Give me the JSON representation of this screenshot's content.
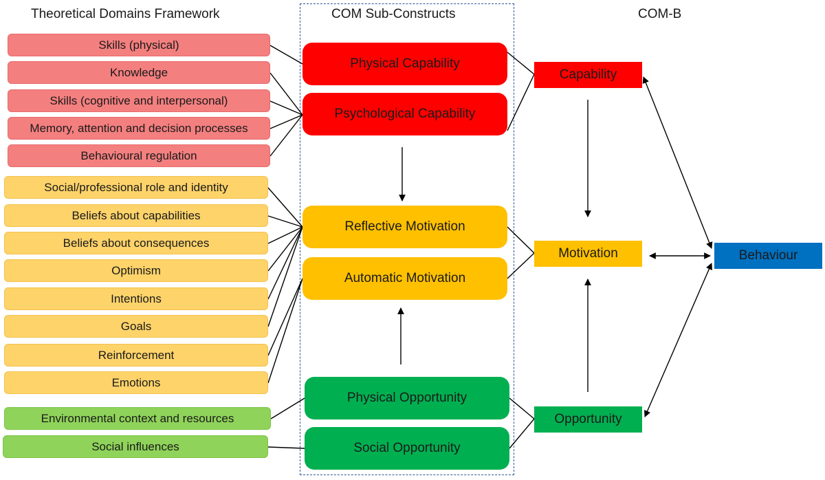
{
  "headers": {
    "tdf": "Theoretical Domains Framework",
    "sub": "COM Sub-Constructs",
    "comb": "COM-B"
  },
  "tdf_domains": [
    {
      "label": "Skills (physical)",
      "color": "#f47f7f"
    },
    {
      "label": "Knowledge",
      "color": "#f47f7f"
    },
    {
      "label": "Skills (cognitive and interpersonal)",
      "color": "#f47f7f"
    },
    {
      "label": "Memory, attention and decision processes",
      "color": "#f47f7f"
    },
    {
      "label": "Behavioural regulation",
      "color": "#f47f7f"
    },
    {
      "label": "Social/professional role and identity",
      "color": "#fdd36a"
    },
    {
      "label": "Beliefs about capabilities",
      "color": "#fdd36a"
    },
    {
      "label": "Beliefs about consequences",
      "color": "#fdd36a"
    },
    {
      "label": "Optimism",
      "color": "#fdd36a"
    },
    {
      "label": "Intentions",
      "color": "#fdd36a"
    },
    {
      "label": "Goals",
      "color": "#fdd36a"
    },
    {
      "label": "Reinforcement",
      "color": "#fdd36a"
    },
    {
      "label": "Emotions",
      "color": "#fdd36a"
    },
    {
      "label": "Environmental context and resources",
      "color": "#8fd35a"
    },
    {
      "label": "Social influences",
      "color": "#8fd35a"
    }
  ],
  "sub_constructs": [
    {
      "label": "Physical Capability",
      "color": "#ff0000"
    },
    {
      "label": "Psychological Capability",
      "color": "#ff0000"
    },
    {
      "label": "Reflective Motivation",
      "color": "#ffc000"
    },
    {
      "label": "Automatic Motivation",
      "color": "#ffc000"
    },
    {
      "label": "Physical Opportunity",
      "color": "#00b050"
    },
    {
      "label": "Social Opportunity",
      "color": "#00b050"
    }
  ],
  "com_b": {
    "capability": "Capability",
    "motivation": "Motivation",
    "opportunity": "Opportunity",
    "behaviour": "Behaviour"
  }
}
